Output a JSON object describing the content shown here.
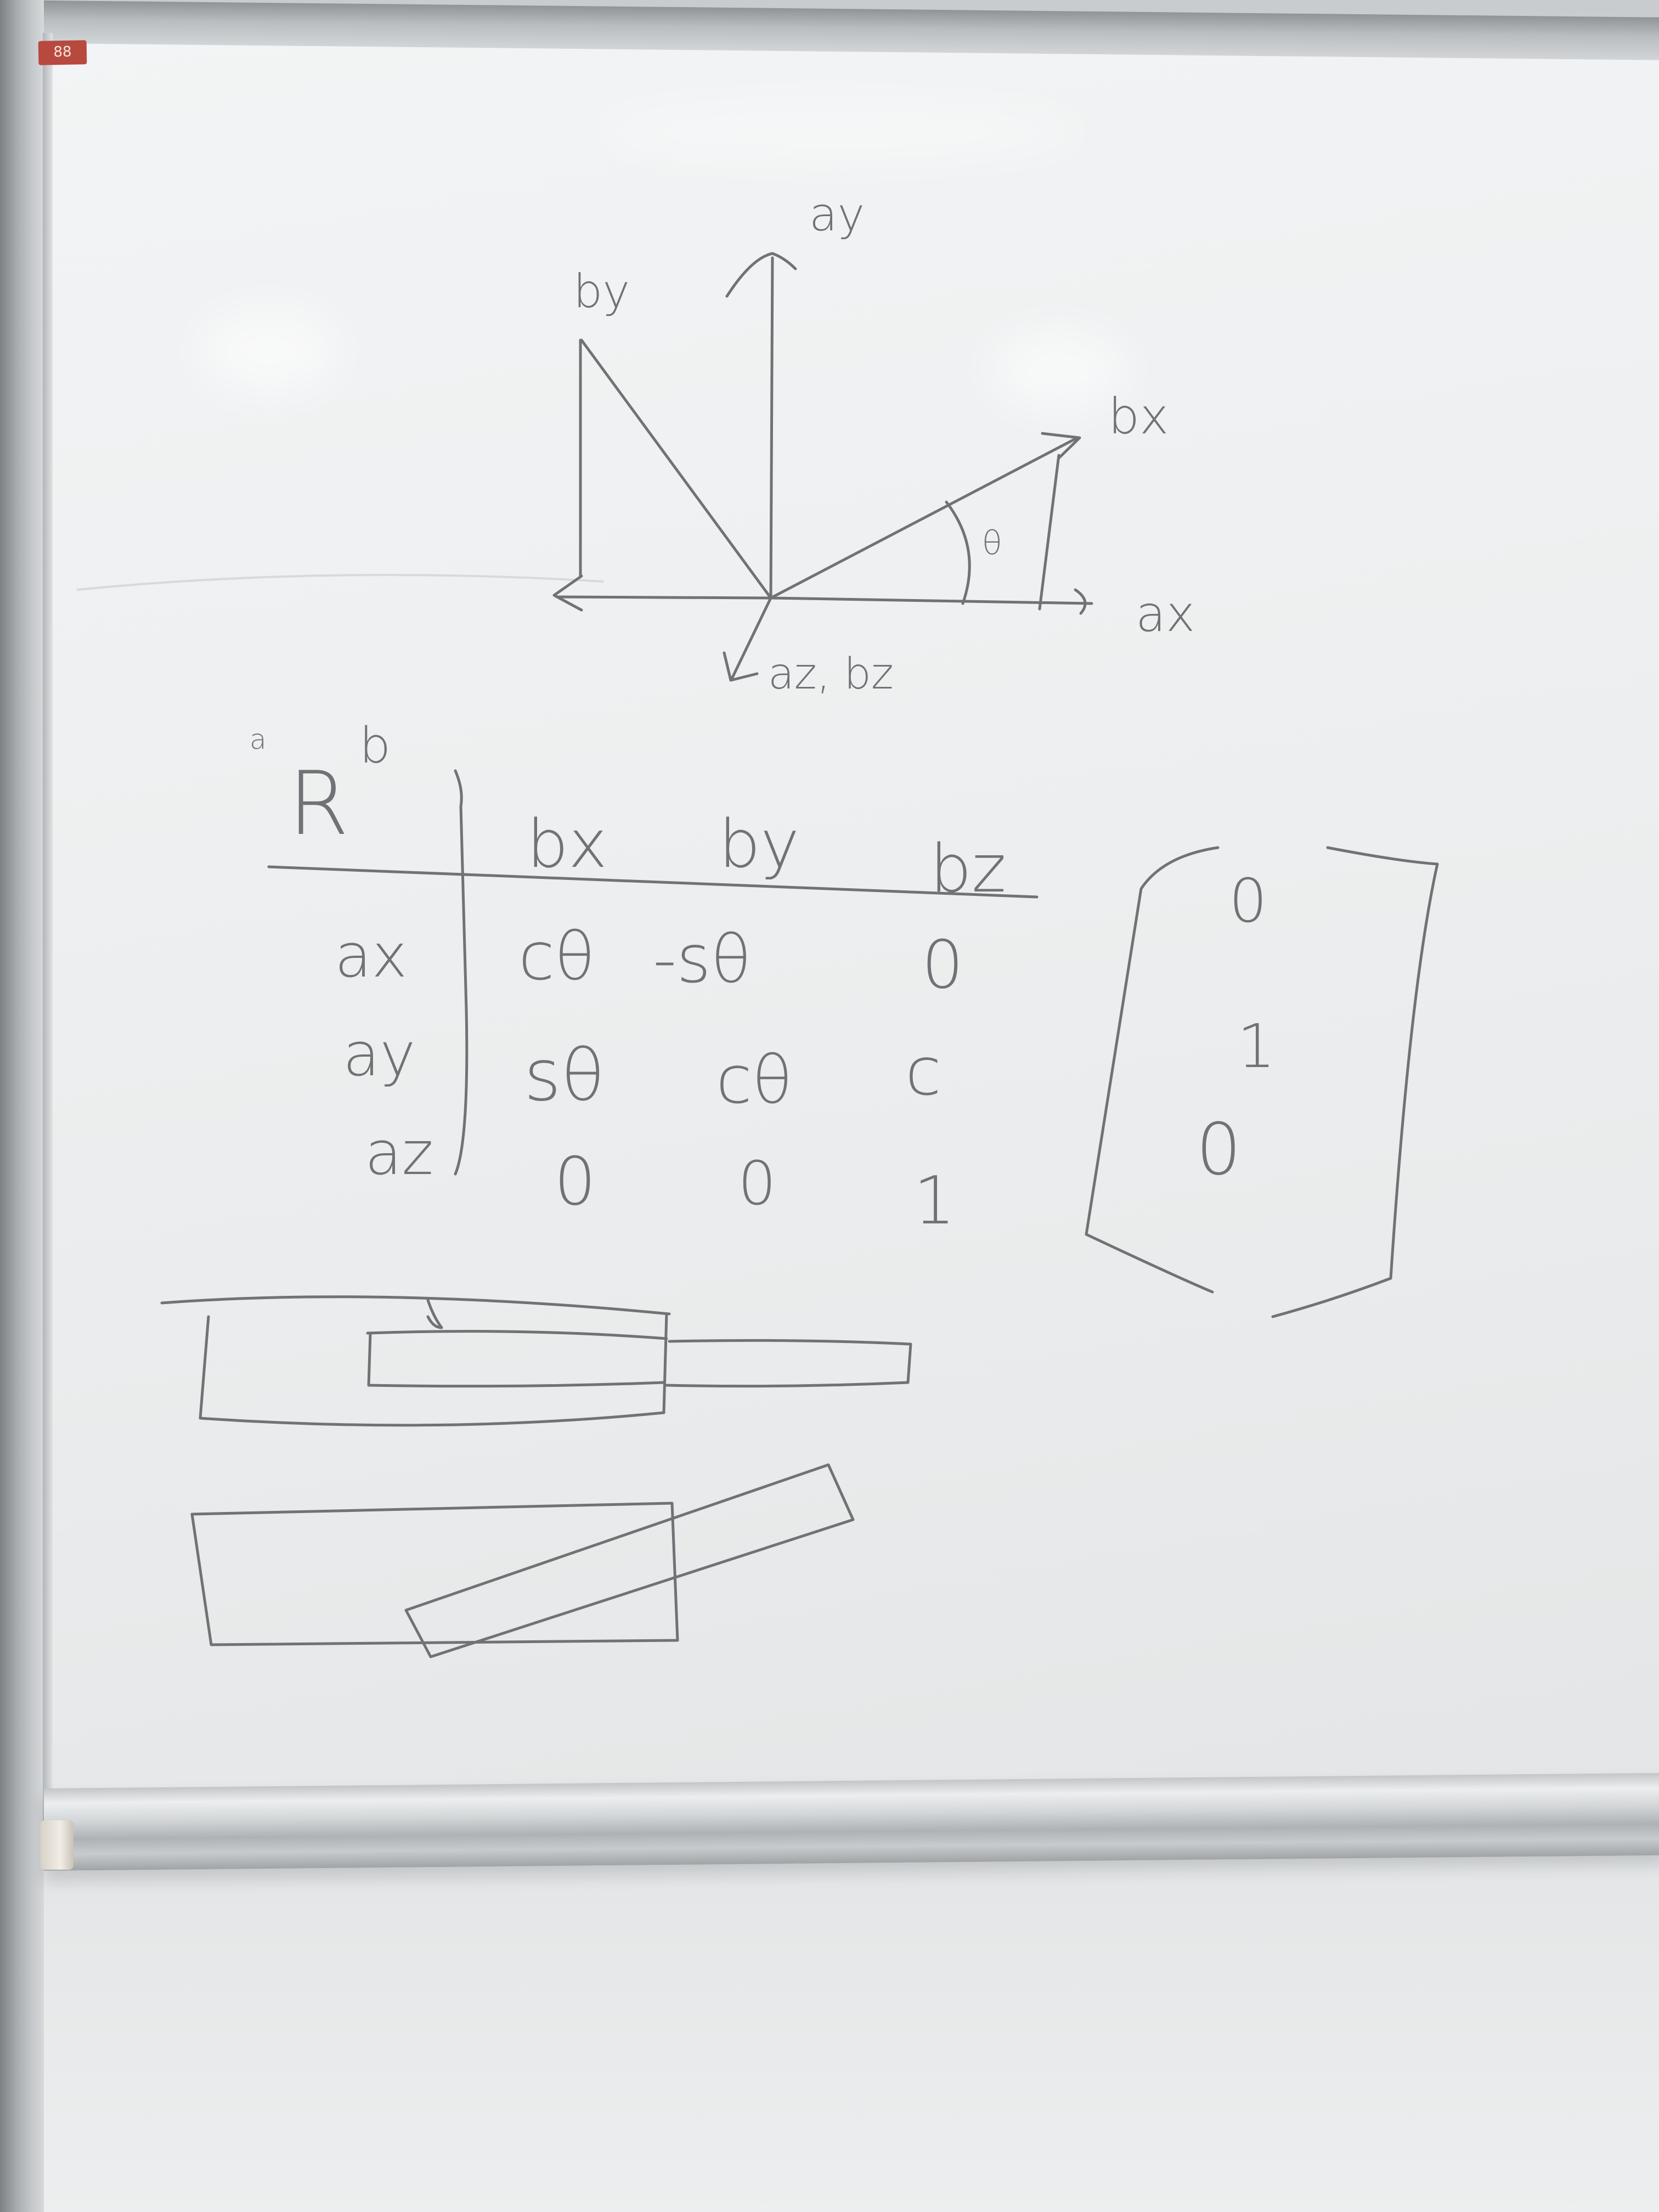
{
  "sticker": {
    "text": "88"
  },
  "diagram": {
    "axis_ay": "ay",
    "axis_by": "by",
    "axis_bx": "bx",
    "axis_ax": "ax",
    "axis_az_bz": "az, bz",
    "angle": "θ"
  },
  "rotation_matrix": {
    "symbol_prefix": "a",
    "symbol_main": "R",
    "symbol_suffix": "b",
    "column_headers": [
      "bx",
      "by",
      "bz"
    ],
    "row_headers": [
      "ax",
      "ay",
      "az"
    ],
    "rows": [
      [
        "cθ",
        "-sθ",
        "0"
      ],
      [
        "sθ",
        "cθ",
        "c"
      ],
      [
        "0",
        "0",
        "1"
      ]
    ]
  },
  "column_vector": {
    "values": [
      "0",
      "1",
      "0"
    ]
  }
}
